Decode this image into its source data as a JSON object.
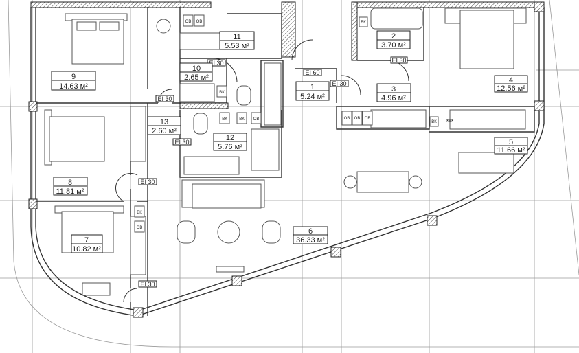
{
  "rooms": [
    {
      "number": "1",
      "area": "5.24 м²"
    },
    {
      "number": "2",
      "area": "3.70 м²"
    },
    {
      "number": "3",
      "area": "4.96 м²"
    },
    {
      "number": "4",
      "area": "12.56 м²"
    },
    {
      "number": "5",
      "area": "11.66 м²"
    },
    {
      "number": "6",
      "area": "36.33 м²"
    },
    {
      "number": "7",
      "area": "10.82 м²"
    },
    {
      "number": "8",
      "area": "11.81 м²"
    },
    {
      "number": "9",
      "area": "14.63 м²"
    },
    {
      "number": "10",
      "area": "2.65 м²"
    },
    {
      "number": "11",
      "area": "5.53 м²"
    },
    {
      "number": "12",
      "area": "5.76 м²"
    },
    {
      "number": "13",
      "area": "2.60 м²"
    }
  ],
  "fire_ratings": {
    "ei30": "EI 30",
    "ei60": "EI 60"
  },
  "fixtures": {
    "ov": "ОВ",
    "vk": "ВК",
    "stars": "***"
  }
}
